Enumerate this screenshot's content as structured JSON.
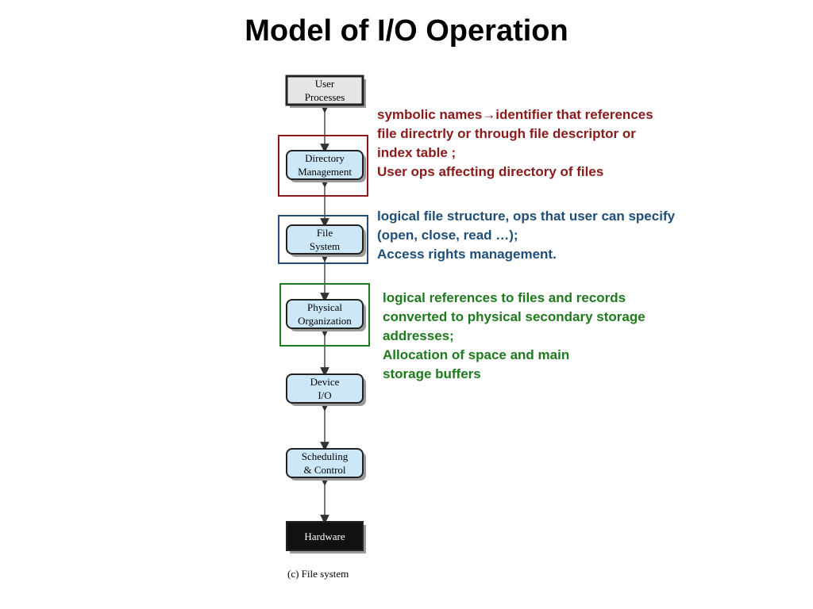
{
  "title": "Model of I/O Operation",
  "layers": [
    {
      "id": "user-processes",
      "lines": [
        "User",
        "Processes"
      ],
      "style": "gray"
    },
    {
      "id": "directory-management",
      "lines": [
        "Directory",
        "Management"
      ],
      "style": "blue"
    },
    {
      "id": "file-system",
      "lines": [
        "File",
        "System"
      ],
      "style": "blue"
    },
    {
      "id": "physical-organization",
      "lines": [
        "Physical",
        "Organization"
      ],
      "style": "blue"
    },
    {
      "id": "device-io",
      "lines": [
        "Device",
        "I/O"
      ],
      "style": "blue"
    },
    {
      "id": "scheduling-control",
      "lines": [
        "Scheduling",
        "& Control"
      ],
      "style": "blue"
    },
    {
      "id": "hardware",
      "lines": [
        "Hardware"
      ],
      "style": "dark"
    }
  ],
  "caption": "(c) File system",
  "annotations": {
    "directory": {
      "color": "#8b1a1a",
      "lines": [
        "symbolic names→identifier that  references",
        "file directrly or through file descriptor or",
        "index table ;",
        "User ops  affecting directory of files"
      ]
    },
    "file_system": {
      "color": "#1f4e79",
      "lines": [
        "logical file structure, ops that user can specify",
        "(open, close, read …);",
        "Access rights management."
      ]
    },
    "physical": {
      "color": "#1d7a1d",
      "lines": [
        "logical references to files and  records",
        "converted to physical secondary storage",
        "addresses;",
        "Allocation of space and main",
        "storage buffers"
      ]
    }
  },
  "colors": {
    "layer_fill": "#cce8f8",
    "gray_fill": "#e6e6e6",
    "hardware_fill": "#111111",
    "shadow": "#9a9a9a",
    "highlight_red": "#8b1a1a",
    "highlight_blue": "#1f4e79",
    "highlight_green": "#1d7a1d"
  }
}
